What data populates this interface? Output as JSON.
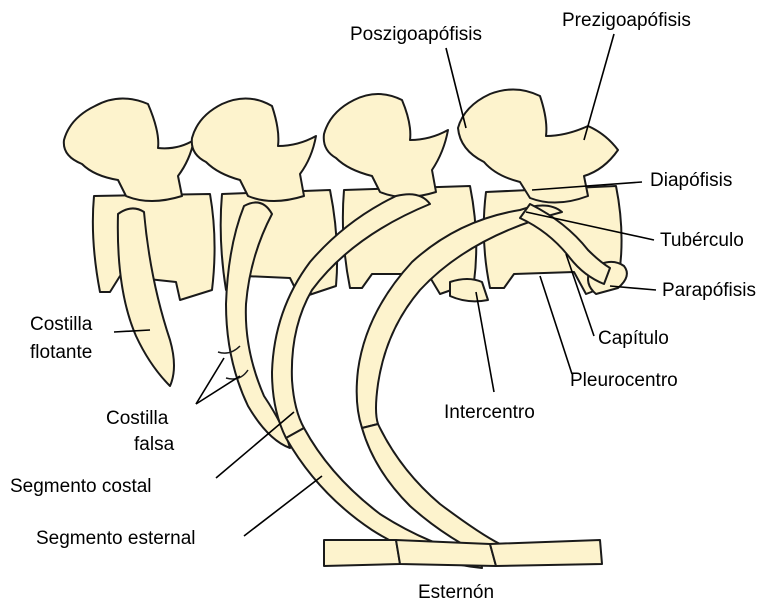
{
  "colors": {
    "bone": "#fdf3cd",
    "outline": "#1a1a1a",
    "text": "#000000",
    "background": "#ffffff"
  },
  "labels": {
    "prezigoapofisis": "Prezigoapófisis",
    "poszigoapofisis": "Poszigoapófisis",
    "diapofisis": "Diapófisis",
    "tuberculo": "Tubérculo",
    "parapofisis": "Parapófisis",
    "capitulo": "Capítulo",
    "pleurocentro": "Pleurocentro",
    "intercentro": "Intercentro",
    "costilla_flotante_1": "Costilla",
    "costilla_flotante_2": "flotante",
    "costilla_falsa_1": "Costilla",
    "costilla_falsa_2": "falsa",
    "segmento_costal": "Segmento costal",
    "segmento_esternal": "Segmento esternal",
    "esternon": "Esternón"
  }
}
